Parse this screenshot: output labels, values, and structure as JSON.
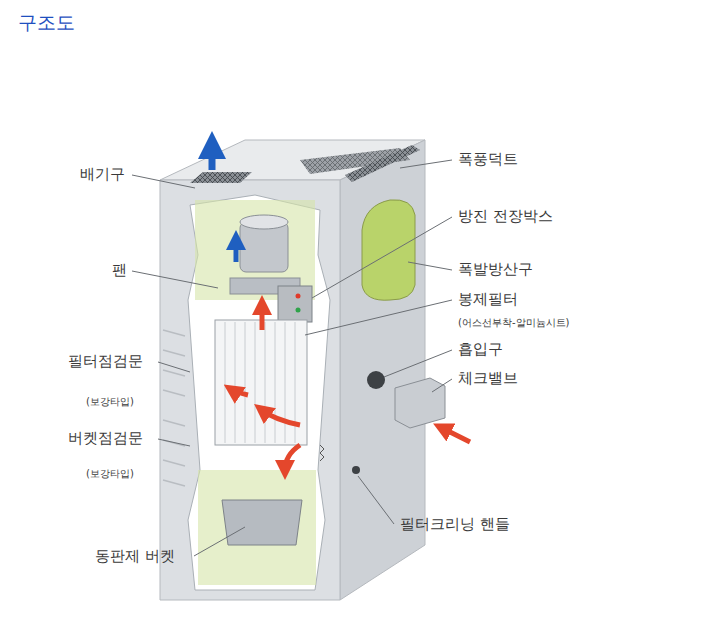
{
  "diagram": {
    "title": "구조도",
    "labels": [
      "배기구",
      "팬",
      "필터점검문",
      "(보강타입)",
      "버켓점검문",
      "(보강타입)",
      "동판제 버켓",
      "폭풍덕트",
      "방진 전장박스",
      "폭발방산구",
      "봉제필터",
      "(어스선부착-알미늄시트)",
      "흡입구",
      "체크밸브",
      "필터크리닝 핸들"
    ]
  }
}
